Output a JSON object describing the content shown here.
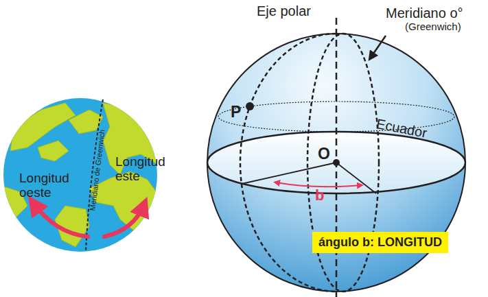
{
  "diagram": {
    "nodes": [
      {
        "text": [
          "ángulo b: LONGITUD"
        ]
      }
    ],
    "labels": [
      "Meridiano de Greenwich",
      "Longitud oeste",
      "Longitud este",
      "Eje polar",
      "Meridiano o°",
      "(Greenwich)",
      "P",
      "Ecuador",
      "O",
      "b"
    ]
  }
}
